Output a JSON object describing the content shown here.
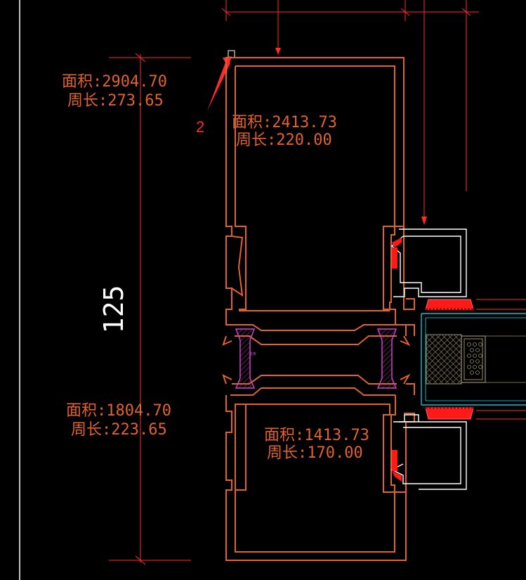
{
  "drawing": {
    "dimension_value": "125",
    "callout_label": "2",
    "outer_upper": {
      "area": "面积:2904.70",
      "perimeter": "周长:273.65"
    },
    "inner_upper": {
      "area": "面积:2413.73",
      "perimeter": "周长:220.00"
    },
    "outer_lower": {
      "area": "面积:1804.70",
      "perimeter": "周长:223.65"
    },
    "inner_lower": {
      "area": "面积:1413.73",
      "perimeter": "周长:170.00"
    },
    "tiny_label": "胶条"
  },
  "colors": {
    "background": "#000000",
    "profile": "#e0622f",
    "dimension": "#ff2a2a",
    "frame": "#ffffff",
    "seal": "#ff1a1a",
    "glass": "#00e5ff",
    "spacer_fill": "#9a8f6a",
    "gasket": "#cc44cc"
  }
}
